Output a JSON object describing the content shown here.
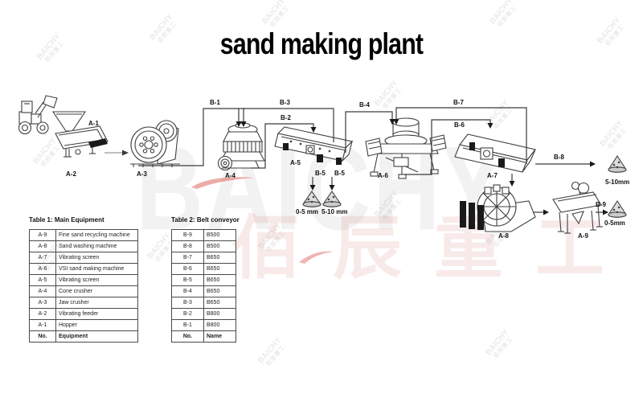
{
  "title": "sand making plant",
  "brand": {
    "name": "BAICHY",
    "cn": "佰辰重工"
  },
  "diagram": {
    "labels": {
      "a1": "A-1",
      "a2": "A-2",
      "a3": "A-3",
      "a4": "A-4",
      "a5": "A-5",
      "a6": "A-6",
      "a7": "A-7",
      "a8": "A-8",
      "a9": "A-9",
      "b1": "B-1",
      "b2": "B-2",
      "b3": "B-3",
      "b4": "B-4",
      "b5": "B-5",
      "b6": "B-6",
      "b7": "B-7",
      "b8": "B-8",
      "b9": "B-9"
    },
    "piles": {
      "left_fine": "0-5 mm",
      "left_coarse": "5-10 mm",
      "right_coarse": "5-10mm",
      "right_fine": "0-5mm"
    }
  },
  "tables": [
    {
      "title": "Table 1: Main Equipment",
      "header": [
        "No.",
        "Equipment"
      ],
      "rows": [
        [
          "A-9",
          "Fine sand recycling machine"
        ],
        [
          "A-8",
          "Sand washing machine"
        ],
        [
          "A-7",
          "Vibrating screen"
        ],
        [
          "A-6",
          "VSI sand making machine"
        ],
        [
          "A-5",
          "Vibrating screen"
        ],
        [
          "A-4",
          "Cone crusher"
        ],
        [
          "A-3",
          "Jaw crusher"
        ],
        [
          "A-2",
          "Vibrating feeder"
        ],
        [
          "A-1",
          "Hopper"
        ]
      ]
    },
    {
      "title": "Table 2: Belt conveyor",
      "header": [
        "No.",
        "Name"
      ],
      "rows": [
        [
          "B-9",
          "B500"
        ],
        [
          "B-8",
          "B500"
        ],
        [
          "B-7",
          "B650"
        ],
        [
          "B-6",
          "B650"
        ],
        [
          "B-5",
          "B650"
        ],
        [
          "B-4",
          "B650"
        ],
        [
          "B-3",
          "B650"
        ],
        [
          "B-2",
          "B800"
        ],
        [
          "B-1",
          "B800"
        ]
      ]
    }
  ]
}
